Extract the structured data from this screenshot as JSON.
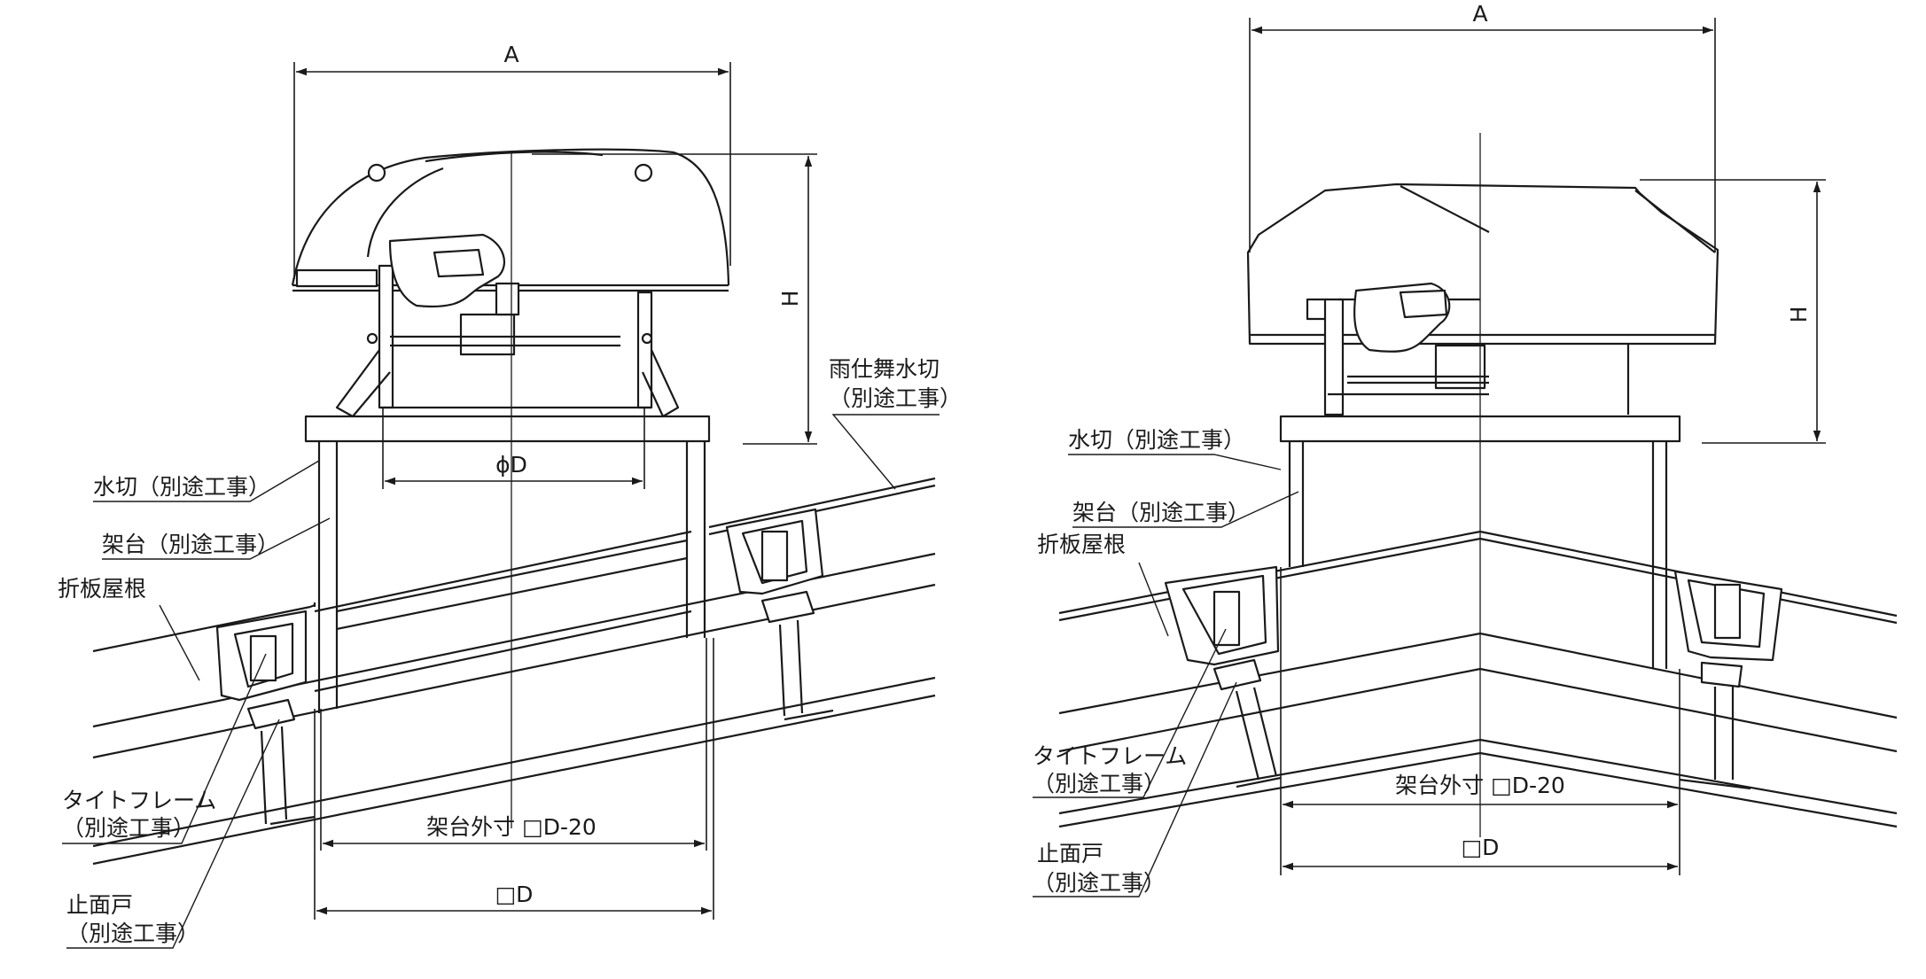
{
  "left_diagram": {
    "dim_width": "A",
    "dim_height": "H",
    "dim_duct": "ϕD",
    "dim_frame_outer": "架台外寸 □D-20",
    "dim_base": "□D",
    "labels": {
      "rain_flashing_line1": "雨仕舞水切",
      "rain_flashing_line2": "（別途工事）",
      "flashing": "水切（別途工事）",
      "frame": "架台（別途工事）",
      "folded_roof": "折板屋根",
      "tight_frame_line1": "タイトフレーム",
      "tight_frame_line2": "（別途工事）",
      "stopper_line1": "止面戸",
      "stopper_line2": "（別途工事）"
    }
  },
  "right_diagram": {
    "dim_width": "A",
    "dim_height": "H",
    "dim_frame_outer": "架台外寸 □D-20",
    "dim_base": "□D",
    "labels": {
      "flashing": "水切（別途工事）",
      "frame": "架台（別途工事）",
      "folded_roof": "折板屋根",
      "tight_frame_line1": "タイトフレーム",
      "tight_frame_line2": "（別途工事）",
      "stopper_line1": "止面戸",
      "stopper_line2": "（別途工事）"
    }
  }
}
